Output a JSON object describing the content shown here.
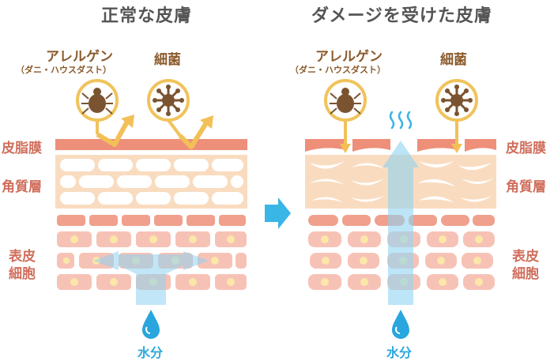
{
  "left_panel": {
    "title": "正常な皮膚",
    "allergen_label": "アレルゲン",
    "allergen_sub": "（ダニ・ハウスダスト）",
    "bacteria_label": "細菌",
    "water_label": "水分"
  },
  "right_panel": {
    "title": "ダメージを受けた皮膚",
    "allergen_label": "アレルゲン",
    "allergen_sub": "（ダニ・ハウスダスト）",
    "bacteria_label": "細菌",
    "water_label": "水分"
  },
  "layers": {
    "sebum": "皮脂膜",
    "stratum_corneum": "角質層",
    "epidermis_line1": "表皮",
    "epidermis_line2": "細胞"
  },
  "colors": {
    "sebum": "#ee8f79",
    "corneum_bg": "#f9dcc0",
    "cell_row": "#f0a08c",
    "cell": "#f7c2b6",
    "nucleus": "#fbe7a8",
    "icon_ring": "#f0c35c",
    "icon_fill": "#7a5330",
    "arrow_yellow": "#f2c057",
    "water": "#8fd3f1",
    "water_drop": "#28a6dd",
    "arrow_cyan": "#39b5e6"
  },
  "icons": [
    "mite-icon",
    "bacteria-icon",
    "water-drop-icon",
    "wavy-vapor-icon",
    "right-arrow-icon"
  ]
}
